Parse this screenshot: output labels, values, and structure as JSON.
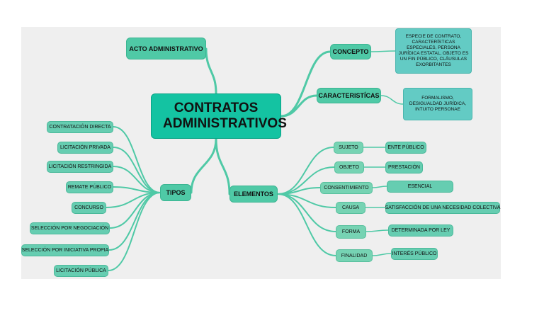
{
  "root": {
    "title": "CONTRATOS ADMINISTRATIVOS"
  },
  "main": {
    "acto": "ACTO ADMINISTRATIVO",
    "concepto": "CONCEPTO",
    "caracteristicas": "CARACTERISTÍCAS",
    "tipos": "TIPOS",
    "elementos": "ELEMENTOS"
  },
  "notes": {
    "concepto": "ESPECIE DE CONTRATO, CARACTERÍSTICAS ESPECIALES, PERSONA JURÍDICA ESTATAL, OBJETO ES UN FIN PÚBLICO, CLÁUSULAS EXORBITANTES",
    "caracteristicas": "FORMALISMO, DESIGUALDAD JURÍDICA, INTUITO PERSONAE"
  },
  "tipos": [
    "CONTRATACIÓN DIRECTA",
    "LICITACIÓN PRIVADA",
    "LICITACIÓN RESTRINGIDA",
    "REMATE PÚBLICO",
    "CONCURSO",
    "SELECCIÓN POR NEGOCIACIÓN",
    "SELECCIÓN POR INICIATIVA PROPIA",
    "LICITACIÓN PÚBLICA"
  ],
  "elementos": [
    {
      "name": "SUJETO",
      "value": "ENTE PÚBLICO"
    },
    {
      "name": "OBJETO",
      "value": "PRESTACIÓN"
    },
    {
      "name": "CONSENTIMIENTO",
      "value": "ESENCIAL"
    },
    {
      "name": "CAUSA",
      "value": "SATISFACCIÓN DE UNA NECESIDAD COLECTIVA"
    },
    {
      "name": "FORMA",
      "value": "DETERMINADA POR LEY"
    },
    {
      "name": "FINALIDAD",
      "value": "INTERÉS PÚBLICO"
    }
  ],
  "colors": {
    "background": "#efefef",
    "root": "#14c3a2",
    "branch": "#4fc9a6",
    "line": "#4fc9a6"
  }
}
